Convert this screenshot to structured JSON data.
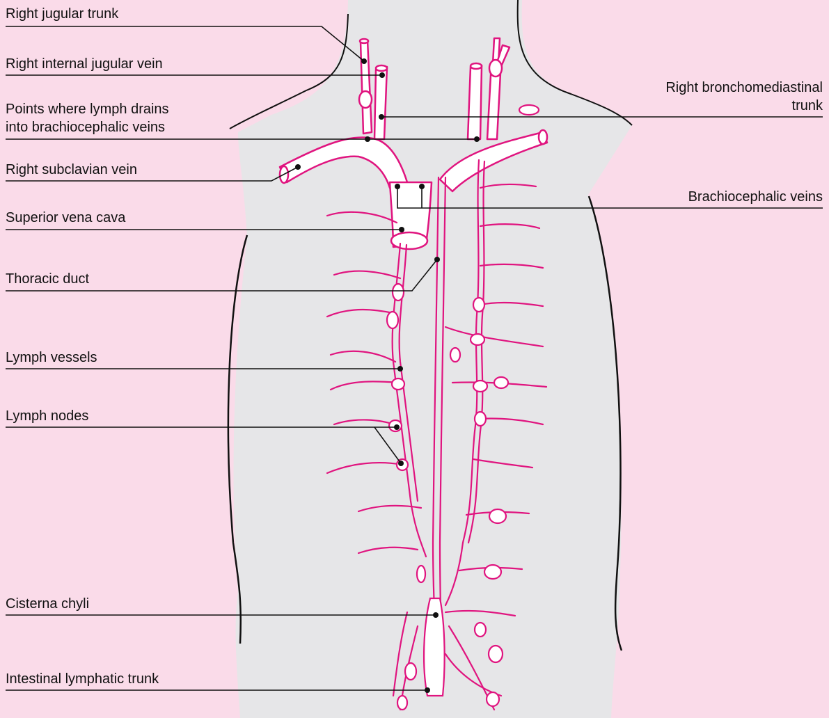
{
  "colors": {
    "background": "#fadbe9",
    "body": "#e6e6e8",
    "vessel": "#e0147f",
    "leader": "#111111"
  },
  "labels": {
    "right_jugular_trunk": "Right jugular trunk",
    "right_internal_jugular_vein": "Right internal jugular vein",
    "points_drain_line1": "Points where lymph drains",
    "points_drain_line2": "into brachiocephalic veins",
    "right_subclavian_vein": "Right subclavian vein",
    "superior_vena_cava": "Superior vena cava",
    "thoracic_duct": "Thoracic duct",
    "lymph_vessels": "Lymph vessels",
    "lymph_nodes": "Lymph nodes",
    "cisterna_chyli": "Cisterna chyli",
    "intestinal_lymphatic_trunk": "Intestinal lymphatic trunk",
    "right_bronchomediastinal_line1": "Right bronchomediastinal",
    "right_bronchomediastinal_line2": "trunk",
    "brachiocephalic_veins": "Brachiocephalic veins"
  }
}
